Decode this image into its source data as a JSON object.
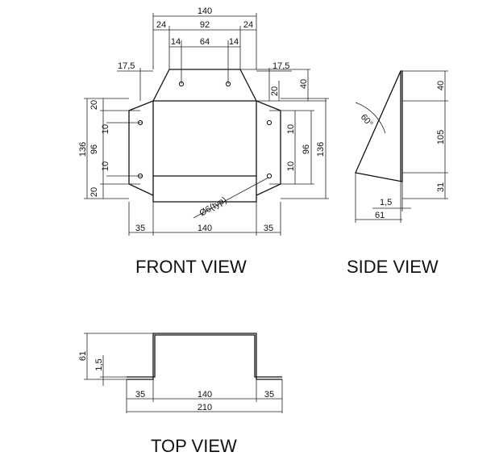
{
  "views": {
    "front": "FRONT VIEW",
    "side": "SIDE VIEW",
    "top": "TOP VIEW"
  },
  "front_dims": {
    "overall_top": "140",
    "top_left": "24",
    "top_mid": "92",
    "top_right": "24",
    "inner_left": "14",
    "inner_mid": "64",
    "inner_right": "14",
    "flange_left": "17,5",
    "flange_right": "17,5",
    "top_depth_a": "20",
    "top_depth_b": "40",
    "left_20_top": "20",
    "left_10_upper": "10",
    "left_96": "96",
    "left_10_lower": "10",
    "left_20_bottom": "20",
    "left_136": "136",
    "right_10_upper": "10",
    "right_96": "96",
    "right_10_lower": "10",
    "right_136": "136",
    "hole_note": "Ø6(typ)",
    "bottom_left": "35",
    "bottom_mid": "140",
    "bottom_right": "35"
  },
  "side_dims": {
    "angle": "60°",
    "top_40": "40",
    "mid_105": "105",
    "bottom_31": "31",
    "thickness": "1,5",
    "depth": "61"
  },
  "top_dims": {
    "height": "61",
    "thickness": "1,5",
    "left_35": "35",
    "mid_140": "140",
    "right_35": "35",
    "overall": "210"
  }
}
